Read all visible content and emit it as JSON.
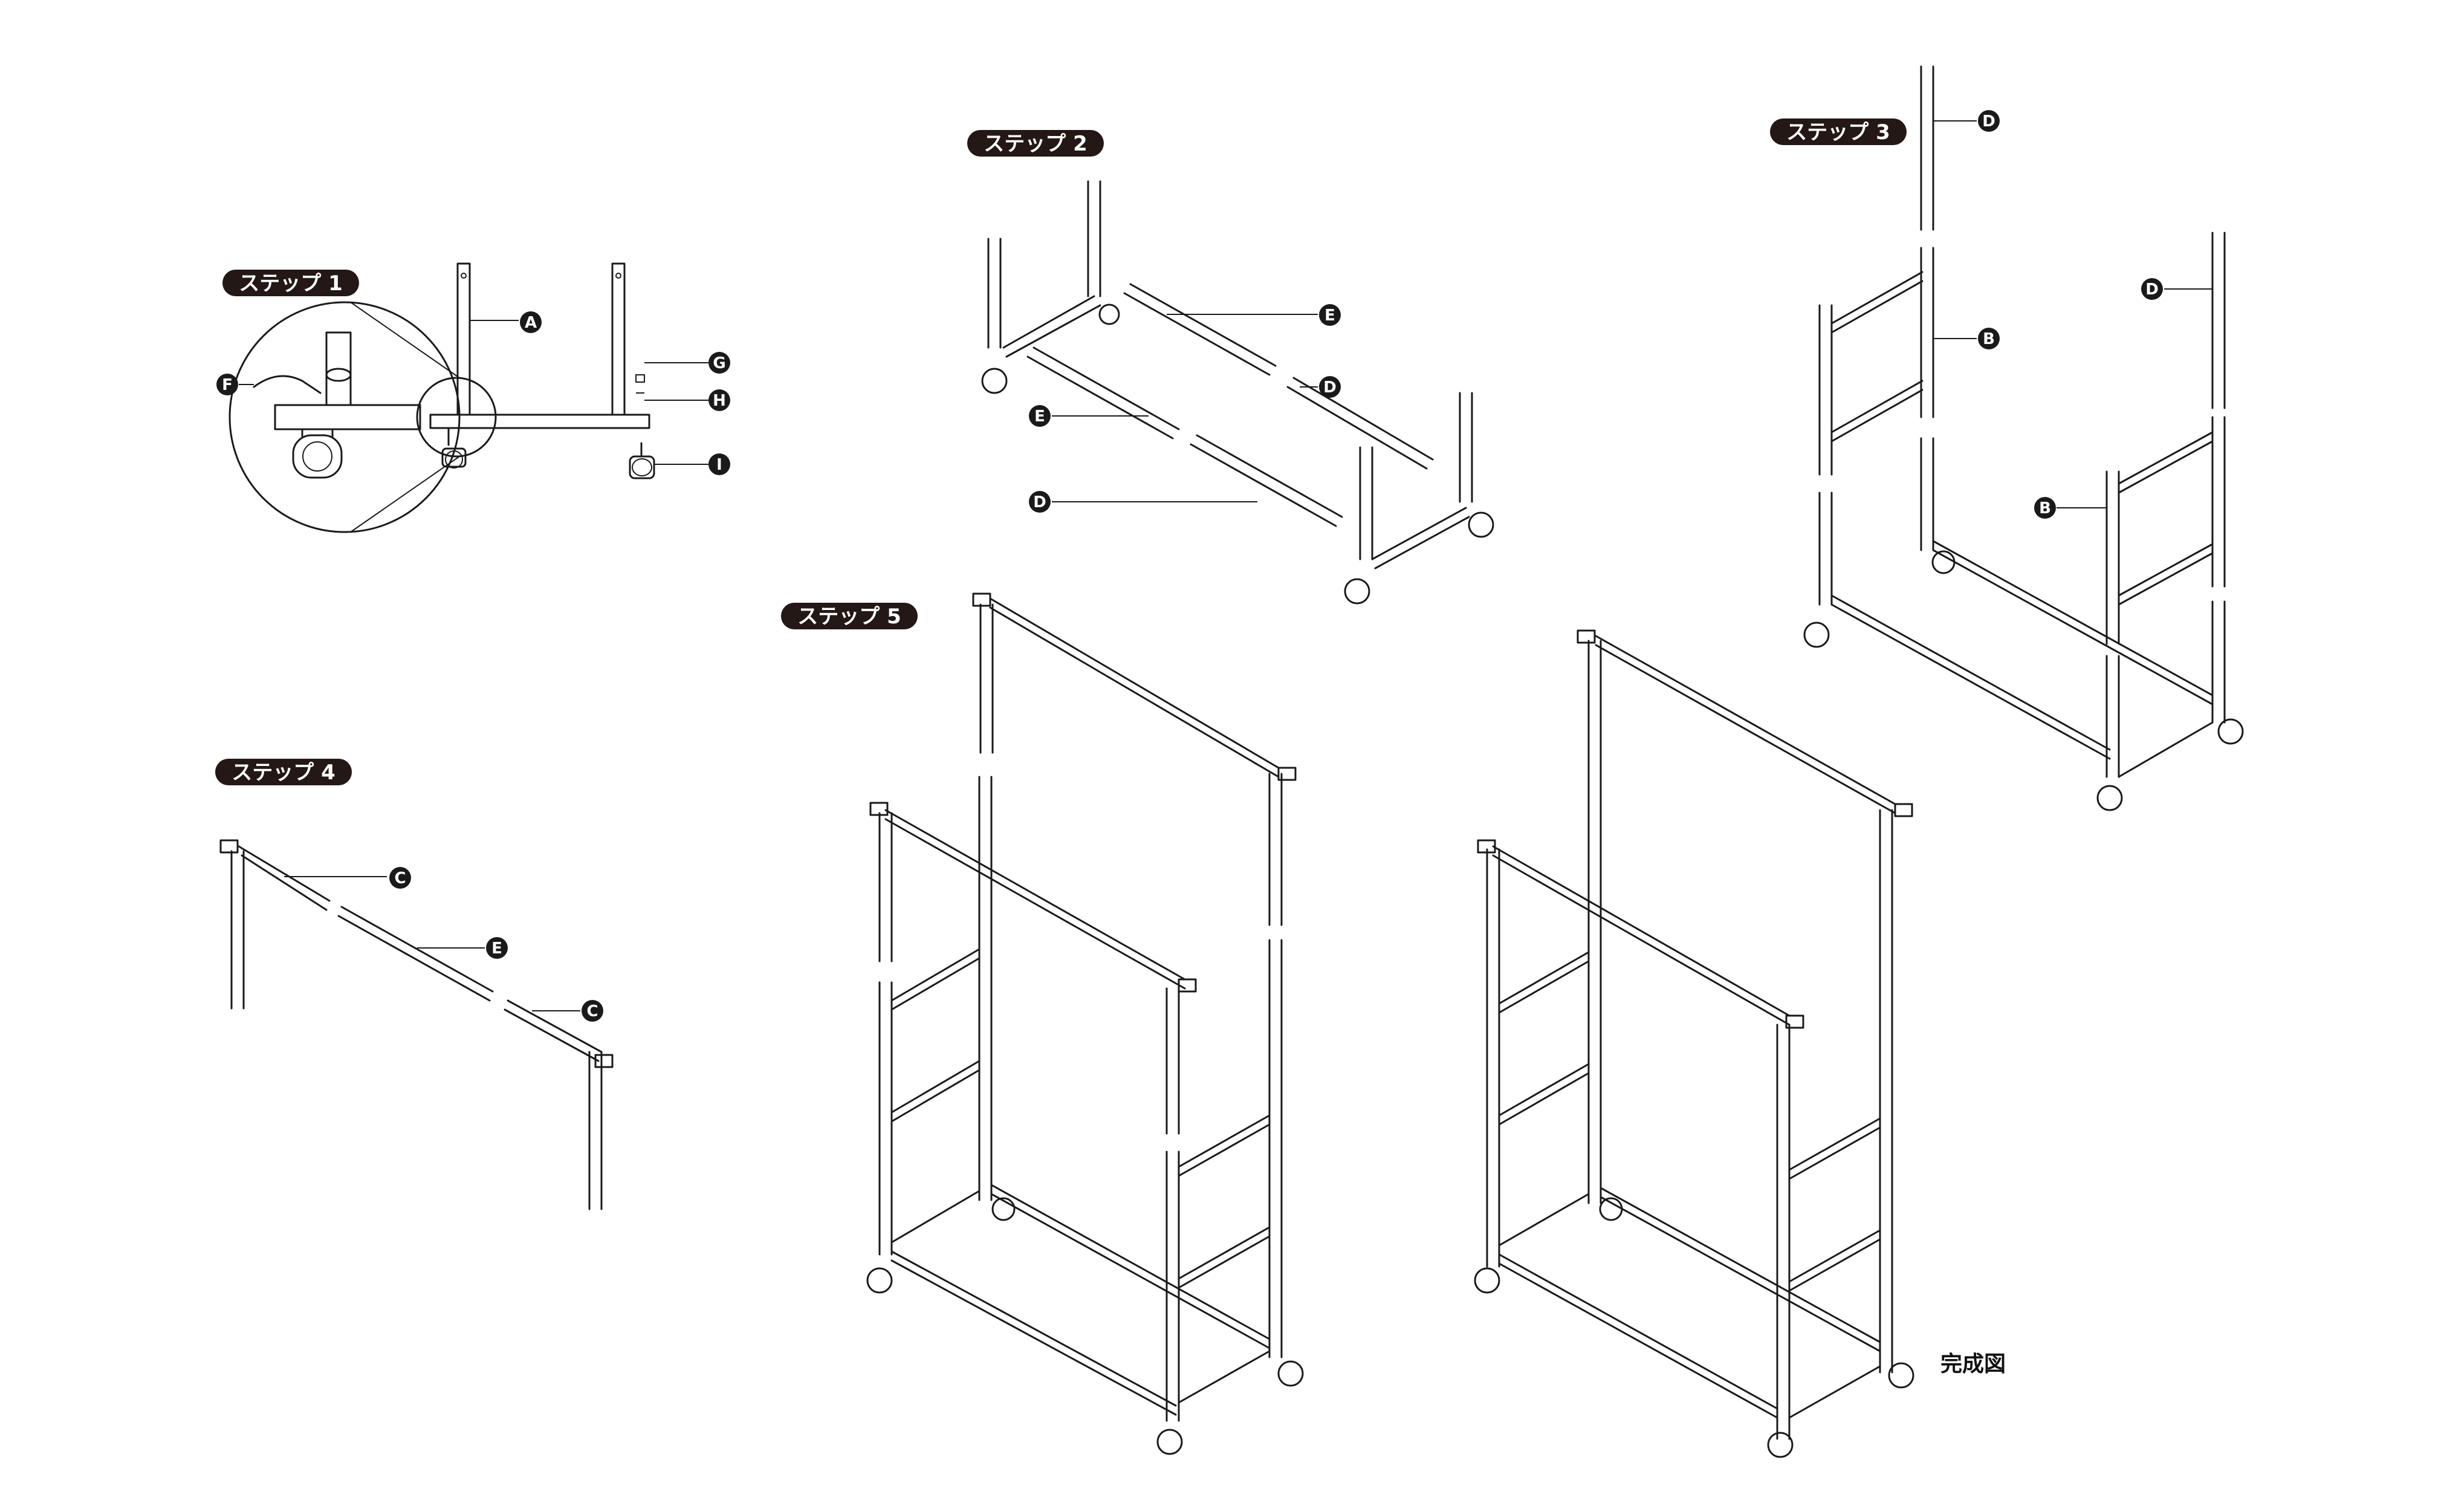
{
  "steps": [
    {
      "label": "ステップ 1"
    },
    {
      "label": "ステップ 2"
    },
    {
      "label": "ステップ 3"
    },
    {
      "label": "ステップ 4"
    },
    {
      "label": "ステップ 5"
    }
  ],
  "part_labels": {
    "A": "A",
    "B": "B",
    "C": "C",
    "D": "D",
    "E": "E",
    "F": "F",
    "G": "G",
    "H": "H",
    "I": "I"
  },
  "completed_label": "完成図",
  "colors": {
    "line": "#1a1a1a",
    "pill": "#231815",
    "background": "#ffffff"
  }
}
